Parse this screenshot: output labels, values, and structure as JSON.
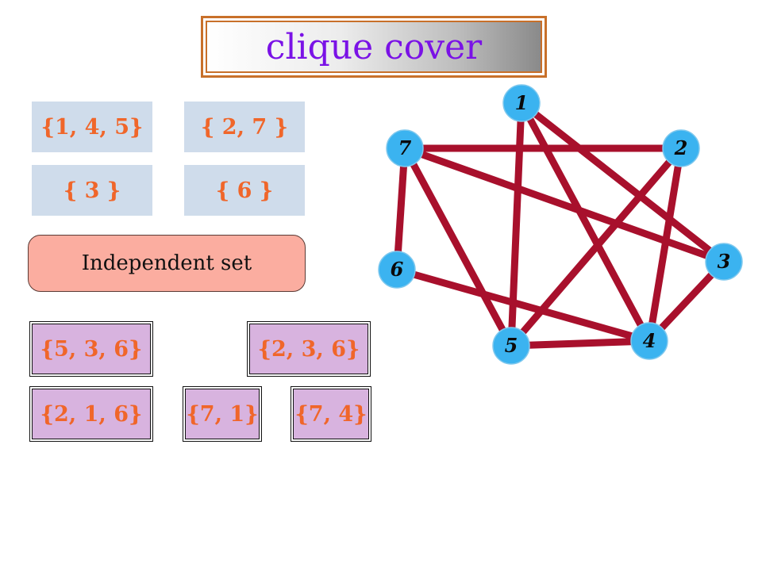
{
  "title": "clique cover",
  "clique_cover": {
    "sets": [
      "{1, 4, 5}",
      "{ 2, 7 }",
      "{ 3 }",
      "{ 6 }"
    ]
  },
  "independent_set": {
    "label": "Independent set",
    "sets": [
      "{5, 3, 6}",
      "{2, 3, 6}",
      "{2, 1, 6}",
      "{7, 1}",
      "{7, 4}"
    ]
  },
  "graph": {
    "nodes": [
      "1",
      "2",
      "3",
      "4",
      "5",
      "6",
      "7"
    ],
    "edges": [
      [
        "1",
        "5"
      ],
      [
        "1",
        "4"
      ],
      [
        "1",
        "3"
      ],
      [
        "7",
        "2"
      ],
      [
        "7",
        "6"
      ],
      [
        "7",
        "5"
      ],
      [
        "7",
        "3"
      ],
      [
        "2",
        "5"
      ],
      [
        "2",
        "4"
      ],
      [
        "6",
        "4"
      ],
      [
        "5",
        "4"
      ],
      [
        "3",
        "4"
      ]
    ],
    "edge_color": "#a8102c",
    "node_color": "#3bb3f0"
  }
}
